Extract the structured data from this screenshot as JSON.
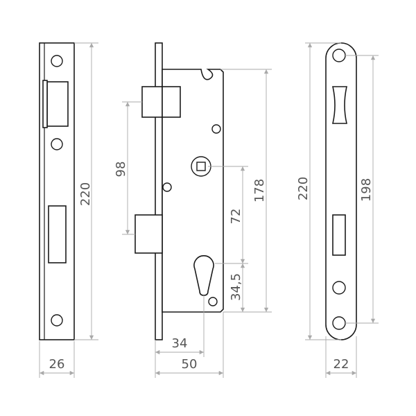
{
  "dimensions": {
    "left_plate_width": "26",
    "left_plate_height": "220",
    "backset_spacing": "98",
    "lock_height": "178",
    "cylinder_distance": "72",
    "cylinder_offset": "34,5",
    "backset": "34",
    "body_depth": "50",
    "right_plate_height": "220",
    "right_hole_spacing": "198",
    "right_plate_width": "22"
  },
  "colors": {
    "outline": "#1a1a1a",
    "dimension_line": "#a9a9a9",
    "label": "#555555"
  }
}
